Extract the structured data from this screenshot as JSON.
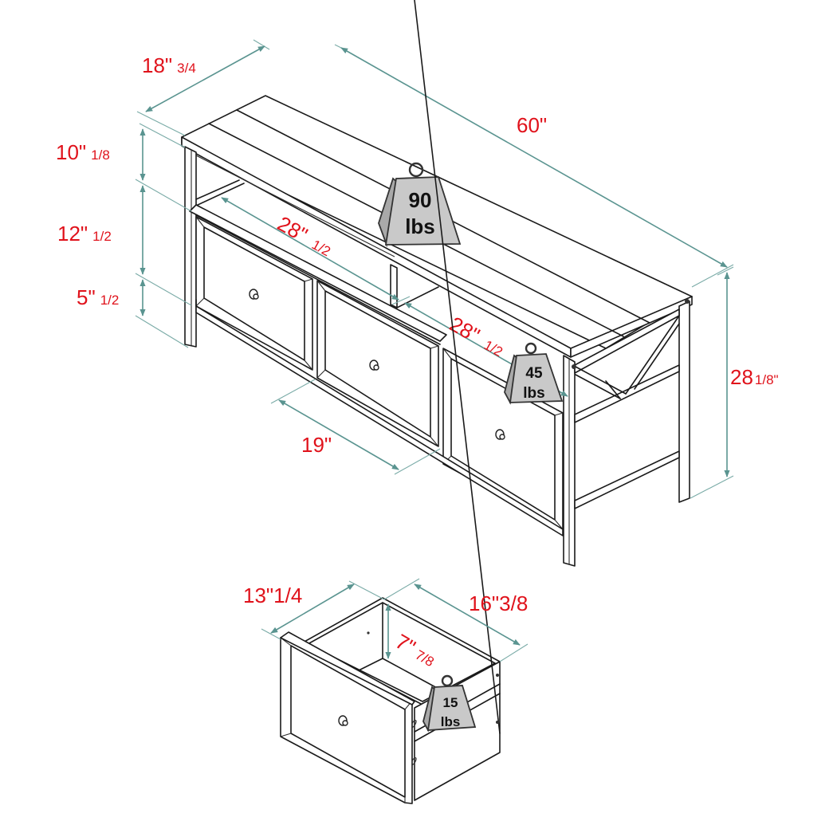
{
  "diagram": {
    "subject": "TV stand with three drawers and detached drawer detail",
    "colors": {
      "label": "#e0121b",
      "dimension_line": "#5a9490",
      "outline": "#1a1a1a",
      "weight_fill": "#c9c9c9"
    },
    "dimensions": {
      "depth": {
        "main": "18\"",
        "fraction": "3/4"
      },
      "width": {
        "main": "60\""
      },
      "top_shelf_height": {
        "main": "10\"",
        "fraction": "1/8"
      },
      "drawer_section_height": {
        "main": "12\"",
        "fraction": "1/2"
      },
      "bottom_clearance": {
        "main": "5\"",
        "fraction": "1/2"
      },
      "left_shelf_width": {
        "main": "28\"",
        "fraction": "1/2"
      },
      "right_shelf_width": {
        "main": "28\"",
        "fraction": "1/2"
      },
      "drawer_width": {
        "main": "19\""
      },
      "total_height": {
        "main": "28",
        "fraction": "1/8\""
      }
    },
    "drawer_detail": {
      "width": {
        "main": "13\"1/4"
      },
      "depth": {
        "main": "16\"3/8"
      },
      "height": {
        "main": "7\"",
        "fraction": "7/8"
      }
    },
    "weights": {
      "top": {
        "value": "90",
        "unit": "lbs"
      },
      "shelf": {
        "value": "45",
        "unit": "lbs"
      },
      "drawer": {
        "value": "15",
        "unit": "lbs"
      }
    }
  }
}
